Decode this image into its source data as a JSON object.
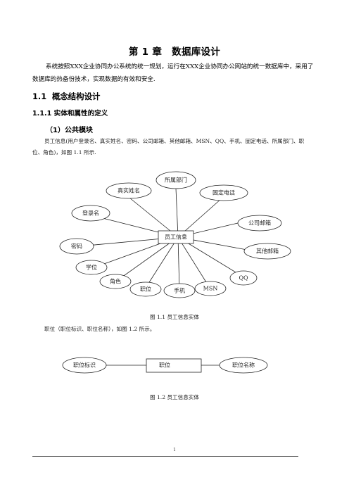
{
  "chapter": {
    "number": "第 1 章",
    "title": "数据库设计"
  },
  "intro": "系统按照XXX企业协同办公系统的统一规划，运行在XXX企业协同办公网站的统一数据库中，采用了数据库的热备份技术，实现数据的有效和安全.",
  "section": {
    "number": "1.1",
    "title": "概念结构设计"
  },
  "subsection": "1.1.1 实体和属性的定义",
  "module": "（1）公共模块",
  "employee_desc": "员工信息(用户登录名、真实姓名、密码、公司邮箱、其他邮箱、MSN、QQ、手机、固定电话、所属部门、职位、角色)，如图 1.1 所示.",
  "figure1": {
    "entity": "员工信息",
    "attributes": [
      "所属部门",
      "真实姓名",
      "固定电话",
      "登录名",
      "公司邮箱",
      "密码",
      "其他邮箱",
      "学位",
      "QQ",
      "角色",
      "MSN",
      "职位",
      "手机"
    ],
    "caption": "图 1.1  员工信息实体"
  },
  "position_desc": "职位（职位标识、职位名称），如图 1.2 所示。",
  "figure2": {
    "entity": "职位",
    "attributes": [
      "职位标识",
      "职位名称"
    ],
    "caption": "图 1.2  员工信息实体"
  },
  "page_number": "1"
}
